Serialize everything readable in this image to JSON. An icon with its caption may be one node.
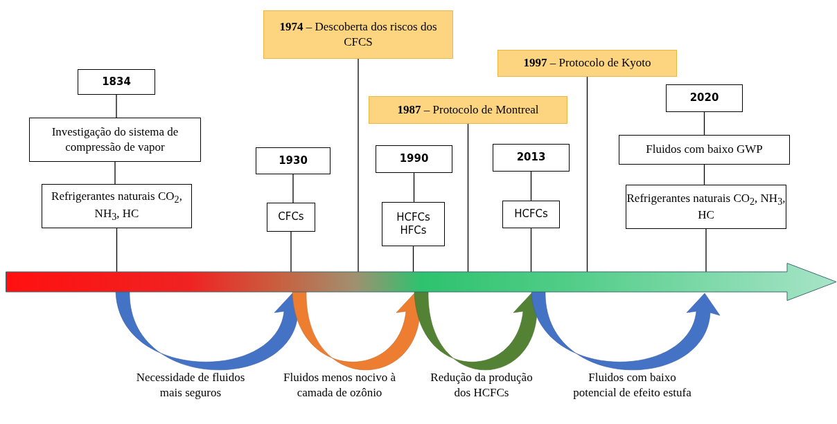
{
  "diagram": {
    "nodes": [
      {
        "text": [
          "1834"
        ]
      },
      {
        "text": [
          "Investigação do sistema de compressão de vapor"
        ]
      },
      {
        "text": [
          "Refrigerantes naturais CO$_{2}$, NH$_{3}$, HC"
        ]
      },
      {
        "text": [
          "1930"
        ]
      },
      {
        "text": [
          "CFCs"
        ]
      },
      {
        "text": [
          "**1974** – Descoberta dos riscos dos CFCS"
        ]
      },
      {
        "text": [
          "1990"
        ]
      },
      {
        "text": [
          "HCFCs HFCs"
        ]
      },
      {
        "text": [
          "**1987** – Protocolo de Montreal"
        ]
      },
      {
        "text": [
          "2013"
        ]
      },
      {
        "text": [
          "HCFCs"
        ]
      },
      {
        "text": [
          "**1997** – Protocolo de Kyoto"
        ]
      },
      {
        "text": [
          "2020"
        ]
      },
      {
        "text": [
          "Fluidos com baixo GWP"
        ]
      },
      {
        "text": [
          "Refrigerantes naturais CO$_{2}$, NH$_{3}$, HC"
        ]
      },
      {
        "text": [],
        "shape": "bar"
      }
    ],
    "edges": [
      {
        "from": 0,
        "to": 1,
        "arrow": "none"
      },
      {
        "from": 1,
        "to": 2,
        "arrow": "none"
      },
      {
        "from": 2,
        "to": 15,
        "arrow": "none"
      },
      {
        "from": 3,
        "to": 4,
        "arrow": "none"
      },
      {
        "from": 4,
        "to": 15,
        "arrow": "none"
      },
      {
        "from": 5,
        "to": 15,
        "arrow": "none"
      },
      {
        "from": 6,
        "to": 7,
        "arrow": "none"
      },
      {
        "from": 7,
        "to": 15,
        "arrow": "none"
      },
      {
        "from": 8,
        "to": 15,
        "arrow": "none"
      },
      {
        "from": 9,
        "to": 10,
        "arrow": "none"
      },
      {
        "from": 10,
        "to": 15,
        "arrow": "none"
      },
      {
        "from": 11,
        "to": 15,
        "arrow": "none"
      },
      {
        "from": 12,
        "to": 13,
        "arrow": "none"
      },
      {
        "from": 13,
        "to": 14,
        "arrow": "none"
      },
      {
        "from": 14,
        "to": 15,
        "arrow": "none"
      }
    ],
    "labels": [
      "Necessidade de fluidos mais seguros",
      "Fluidos menos nocivo à camada de ozônio",
      "Redução da produção dos HCFCs",
      "Fluidos com baixo potencial de efeito estufa"
    ]
  }
}
